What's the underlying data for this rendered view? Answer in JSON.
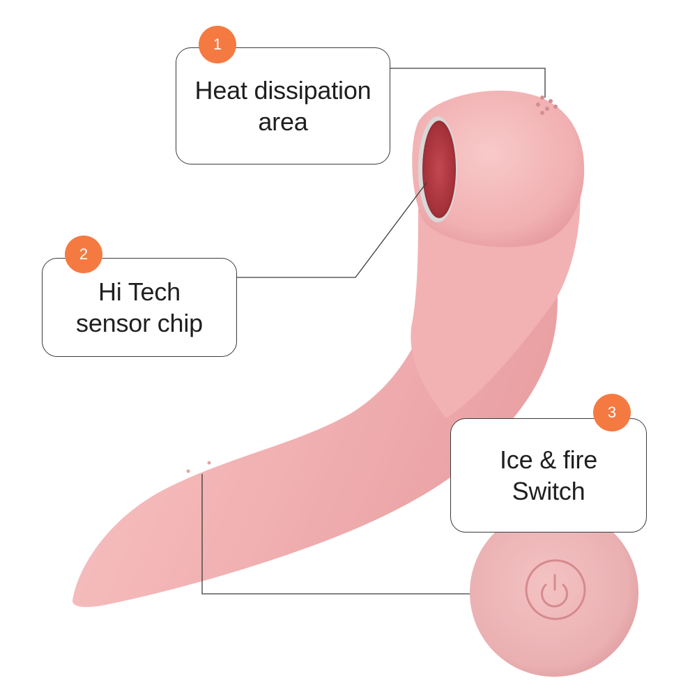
{
  "colors": {
    "badge": "#f47a42",
    "product_pink": "#f2b5b6",
    "product_shadow": "#d9898c",
    "opening_red": "#a8343a",
    "leader_line": "#3a3a3a"
  },
  "callouts": [
    {
      "number": "1",
      "lines": [
        "Heat dissipation",
        "area"
      ]
    },
    {
      "number": "2",
      "lines": [
        "Hi Tech",
        "sensor chip"
      ]
    },
    {
      "number": "3",
      "lines": [
        "Ice & fire",
        "Switch"
      ]
    }
  ],
  "icons": {
    "power": "power-icon"
  }
}
